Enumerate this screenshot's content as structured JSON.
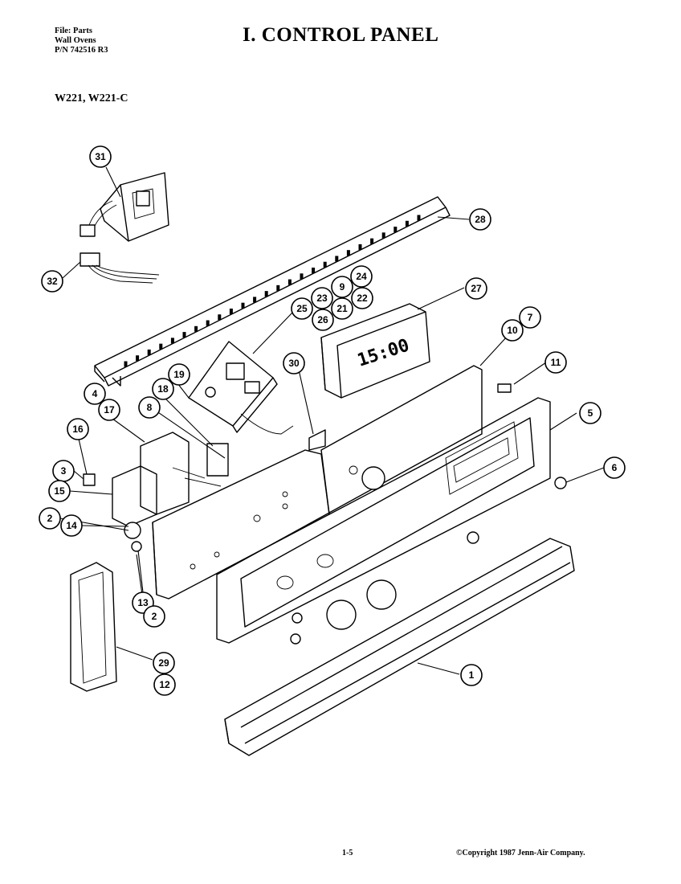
{
  "header": {
    "file_lines": [
      "File: Parts",
      "Wall Ovens",
      "P/N 742516 R3"
    ],
    "title": "I.  CONTROL PANEL",
    "model": "W221,  W221-C"
  },
  "display_readout": "15:00",
  "callouts": [
    "31",
    "28",
    "32",
    "24",
    "9",
    "22",
    "23",
    "21",
    "25",
    "26",
    "27",
    "7",
    "10",
    "11",
    "30",
    "19",
    "4",
    "18",
    "17",
    "8",
    "16",
    "5",
    "3",
    "6",
    "15",
    "2",
    "14",
    "13",
    "2",
    "29",
    "12",
    "1"
  ],
  "footer": {
    "page": "1-5",
    "copyright": "©Copyright 1987 Jenn-Air Company."
  }
}
